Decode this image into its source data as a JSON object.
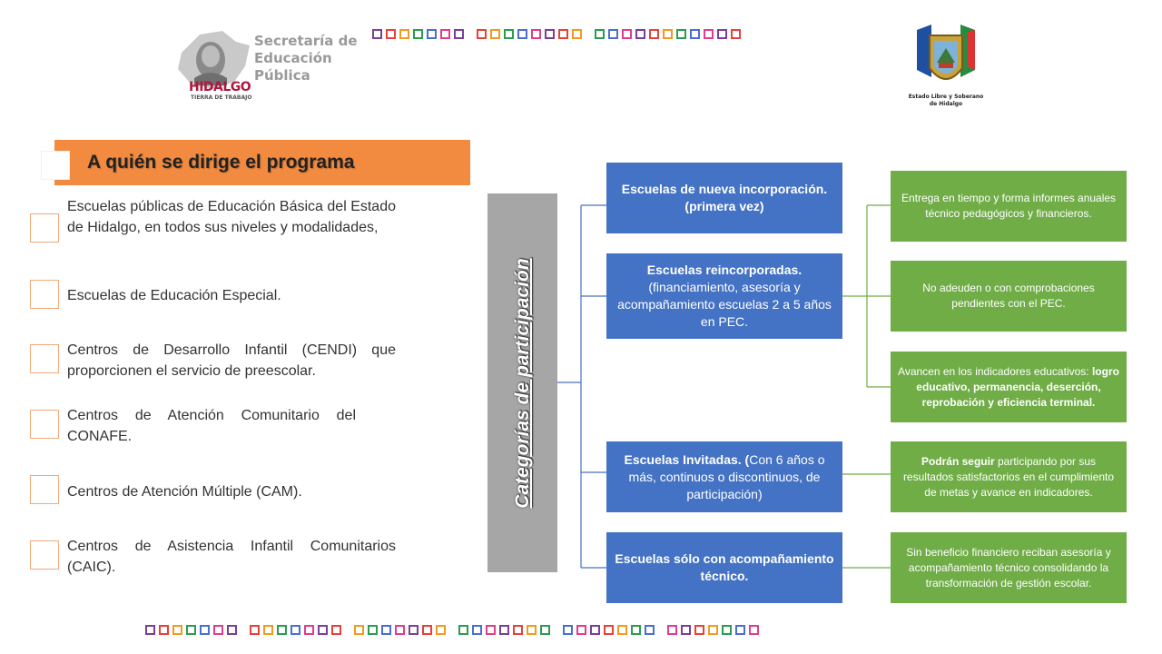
{
  "logo_sep": {
    "text": "Secretaría de\nEducación\nPública",
    "hidalgo": "HIDALGO",
    "hidalgo_sub": "TIERRA DE TRABAJO"
  },
  "logo_state": {
    "caption": "Estado Libre y Soberano\nde Hidalgo"
  },
  "header": {
    "title": "A quién se dirige el programa"
  },
  "left_items": [
    "Escuelas públicas de Educación Básica del Estado de Hidalgo, en todos sus niveles y modalidades,",
    "Escuelas de Educación Especial.",
    "Centros de Desarrollo Infantil (CENDI) que proporcionen el servicio de preescolar.",
    "Centros de Atención Comunitario del CONAFE.",
    "Centros de Atención Múltiple (CAM).",
    "Centros de Asistencia Infantil Comunitarios (CAIC)."
  ],
  "diagram": {
    "root": "Categorías de participación",
    "categories": [
      {
        "title": "Escuelas de nueva incorporación.",
        "detail": "(primera vez)",
        "requirements": [
          "Entrega en tiempo y forma informes anuales técnico pedagógicos y financieros."
        ]
      },
      {
        "title": "Escuelas reincorporadas.",
        "detail": "(financiamiento, asesoría y acompañamiento escuelas 2 a 5 años en PEC.",
        "requirements": [
          "No adeuden o con comprobaciones pendientes con el PEC.",
          "Avancen en los indicadores educativos: logro educativo, permanencia, deserción, reprobación y eficiencia terminal."
        ]
      },
      {
        "title": "Escuelas Invitadas. (",
        "detail": "Con 6 años o más, continuos o discontinuos, de participación)",
        "requirements": [
          "Podrán seguir participando por sus resultados satisfactorios en el cumplimiento de metas y avance en indicadores."
        ]
      },
      {
        "title": "Escuelas sólo con acompañamiento técnico.",
        "detail": "",
        "requirements": [
          "Sin beneficio financiero reciban asesoría y acompañamiento técnico consolidando la transformación de gestión escolar."
        ]
      }
    ],
    "req2_lead": "Avancen en los indicadores educativos:",
    "req2_bold": "logro educativo, permanencia, deserción, reprobación y eficiencia terminal.",
    "req3_bold": "Podrán seguir",
    "req3_rest": "participando por sus resultados satisfactorios en el cumplimiento de metas y avance en indicadores."
  },
  "colors": {
    "orange": "#f28b40",
    "blue": "#4472c4",
    "green": "#70ad47",
    "gray": "#a6a6a6",
    "strip": [
      "#7b3f98",
      "#e8403a",
      "#f39a1e",
      "#2a9d4f",
      "#4a6fd0",
      "#e23d8a"
    ]
  }
}
